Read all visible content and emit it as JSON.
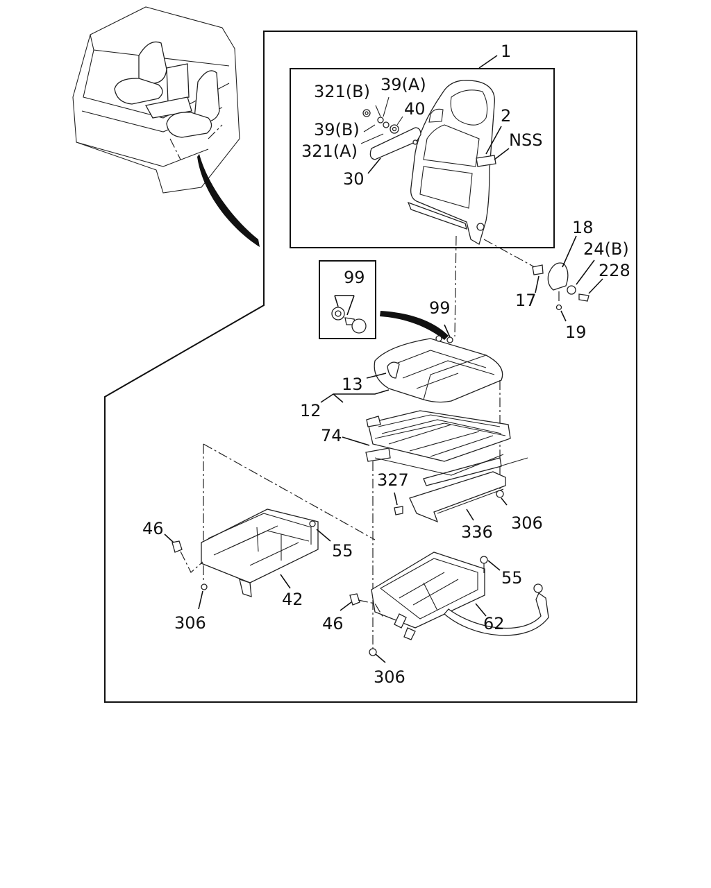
{
  "diagram": {
    "labels": {
      "p1": "1",
      "p2": "2",
      "nss": "NSS",
      "p321b": "321(B)",
      "p39a": "39(A)",
      "p40": "40",
      "p39b": "39(B)",
      "p321a": "321(A)",
      "p30": "30",
      "p18": "18",
      "p24b": "24(B)",
      "p228": "228",
      "p17": "17",
      "p19": "19",
      "p99a": "99",
      "p99b": "99",
      "p13": "13",
      "p12": "12",
      "p74": "74",
      "p327": "327",
      "p306a": "306",
      "p336": "336",
      "p46a": "46",
      "p55a": "55",
      "p42": "42",
      "p306b": "306",
      "p55b": "55",
      "p46b": "46",
      "p62": "62",
      "p306c": "306"
    }
  }
}
